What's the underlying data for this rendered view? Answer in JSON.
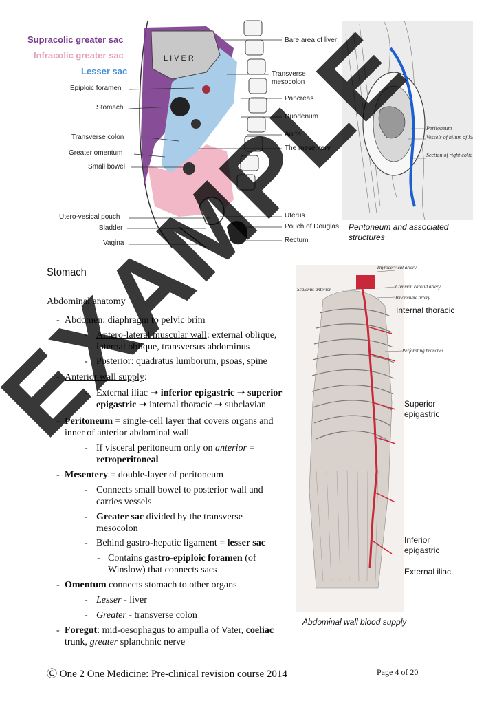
{
  "figure1": {
    "legend": [
      {
        "text": "Supracolic greater sac",
        "color": "#7a3a8c"
      },
      {
        "text": "Infracolic greater sac",
        "color": "#e8a0b5"
      },
      {
        "text": "Lesser sac",
        "color": "#4a8fd6"
      }
    ],
    "organ_label": "LIVER",
    "left_labels": [
      "Epiploic foramen",
      "Stomach",
      "Transverse colon",
      "Greater omentum",
      "Small bowel",
      "Utero-vesical pouch",
      "Bladder",
      "Vagina"
    ],
    "right_labels": [
      "Bare area of liver",
      "Transverse mesocolon",
      "Pancreas",
      "Duodenum",
      "Aorta",
      "The mesentery",
      "Uterus",
      "Pouch of Douglas",
      "Rectum"
    ]
  },
  "figure2": {
    "inner_labels": [
      "Peritoneum",
      "Vessels of hilum of kidney",
      "Section of right colic flexure"
    ],
    "caption": "Peritoneum and associated structures",
    "highlight_color": "#1b5fd1"
  },
  "section": {
    "title": "Stomach",
    "subtitle": "Abdominal anatomy"
  },
  "text": {
    "b1": "Abdomen: diaphragm to pelvic brim",
    "b1a_u": "Antero-lateral muscular wall",
    "b1a_r1": ": external oblique,",
    "b1a_r2": "internal oblique, transversus abdominus",
    "b1b_u": "Posterior",
    "b1b_r": ": quadratus lumborum, psoas, spine",
    "b2_u": "Anterior wall supply",
    "b2_r": ":",
    "b2a_1": "External iliac ",
    "b2a_2": "inferior epigastric",
    "b2a_3": "superior",
    "b2a_4": "epigastric",
    "b2a_5": " internal thoracic ",
    "b2a_6": " subclavian",
    "arrow": "➝",
    "b3_b": "Peritoneum",
    "b3_r1": " = single-cell layer that covers organs and",
    "b3_r2": "inner of anterior abdominal wall",
    "b3a_1": "If visceral peritoneum only on ",
    "b3a_i": "anterior",
    "b3a_2": " =",
    "b3a_b": "retroperitoneal",
    "b4_b": "Mesentery",
    "b4_r": " = double-layer of peritoneum",
    "b4a_1": "Connects small bowel to posterior wall and",
    "b4a_2": "carries vessels",
    "b4b_b": "Greater sac",
    "b4b_r1": " divided by the transverse",
    "b4b_r2": "mesocolon",
    "b4c_r": "Behind gastro-hepatic ligament = ",
    "b4c_b": "lesser sac",
    "b4c1_r": "Contains ",
    "b4c1_b": "gastro-epiploic foramen",
    "b4c1_r2": " (of",
    "b4c1_r3": "Winslow) that connects sacs",
    "b5_b": "Omentum",
    "b5_r": " connects stomach to other organs",
    "b5a_i": "Lesser",
    "b5a_r": " - liver",
    "b5b_i": "Greater",
    "b5b_r": " - transverse colon",
    "b6_b": "Foregut",
    "b6_r1": ": mid-oesophagus to ampulla of Vater, ",
    "b6_b2": "coeliac",
    "b6_r2": "trunk, ",
    "b6_i": "greater",
    "b6_r3": " splanchnic nerve"
  },
  "figure3": {
    "inner_labels": [
      "Thyrocervical artery",
      "Scalenus anterior",
      "Common carotid artery",
      "Innominate artery",
      "Perforating branches"
    ],
    "side_labels": [
      "Internal thoracic",
      "Superior epigastric",
      "Inferior epigastric",
      "External iliac"
    ],
    "caption": "Abdominal wall blood supply",
    "artery_color": "#c8283a"
  },
  "watermark": "EXAMPLE",
  "footer": {
    "copyright_symbol": "Ⓒ",
    "text": "One 2 One Medicine: Pre-clinical revision course 2014",
    "page": "Page 4 of 20"
  }
}
